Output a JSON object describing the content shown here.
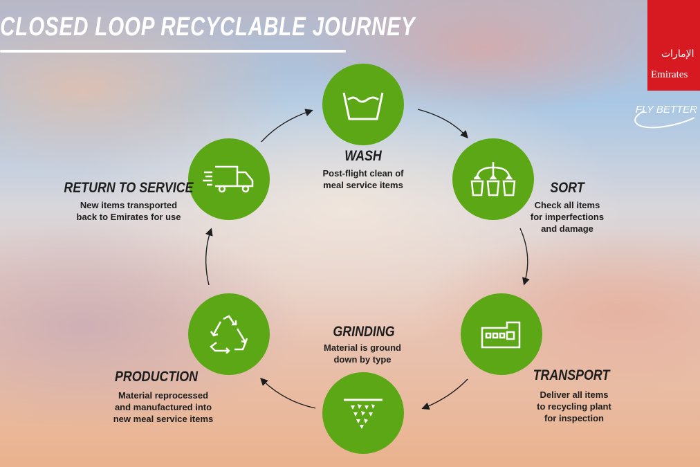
{
  "title": "CLOSED LOOP RECYCLABLE JOURNEY",
  "brand": {
    "name": "Emirates",
    "arabic": "الإمارات",
    "tagline": "FLY BETTER",
    "color": "#d71921"
  },
  "accent": "#5ba715",
  "steps": [
    {
      "id": "wash",
      "title": "WASH",
      "lines": [
        "Post-flight clean of",
        "meal service items"
      ],
      "icon": "wash-basin-icon"
    },
    {
      "id": "sort",
      "title": "SORT",
      "lines": [
        "Check all items",
        "for imperfections",
        "and damage"
      ],
      "icon": "sorting-icon"
    },
    {
      "id": "transport",
      "title": "TRANSPORT",
      "lines": [
        "Deliver all items",
        "to recycling plant",
        "for inspection"
      ],
      "icon": "factory-icon"
    },
    {
      "id": "grinding",
      "title": "GRINDING",
      "lines": [
        "Material is ground",
        "down by type"
      ],
      "icon": "grinding-icon"
    },
    {
      "id": "production",
      "title": "PRODUCTION",
      "lines": [
        "Material reprocessed",
        "and manufactured into",
        "new meal service items"
      ],
      "icon": "recycle-icon"
    },
    {
      "id": "return",
      "title": "RETURN TO SERVICE",
      "lines": [
        "New items transported",
        "back to Emirates for use"
      ],
      "icon": "delivery-truck-icon"
    }
  ]
}
